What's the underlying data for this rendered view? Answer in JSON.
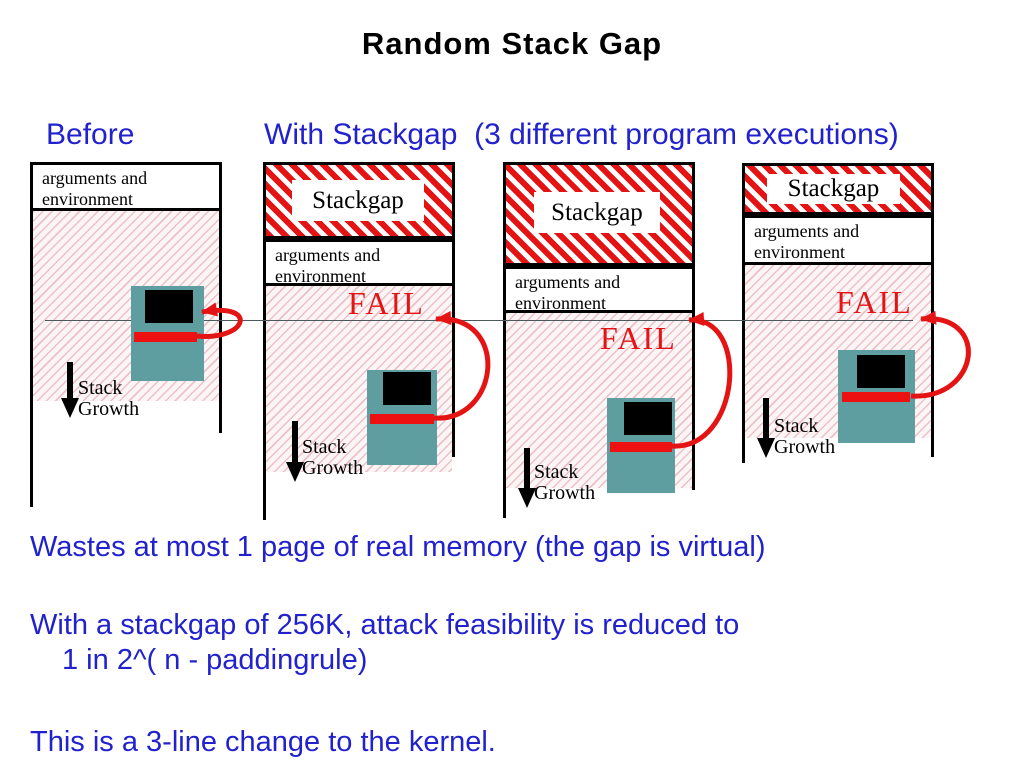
{
  "title": "Random Stack Gap",
  "headings": {
    "before": "Before",
    "with_stackgap": "With Stackgap  (3 different program executions)"
  },
  "columns": [
    {
      "args_label": "arguments and environment",
      "stack_growth_label": "Stack Growth"
    },
    {
      "stackgap_label": "Stackgap",
      "args_label": "arguments and environment",
      "fail_label": "FAIL",
      "stack_growth_label": "Stack Growth"
    },
    {
      "stackgap_label": "Stackgap",
      "args_label": "arguments and environment",
      "fail_label": "FAIL",
      "stack_growth_label": "Stack Growth"
    },
    {
      "stackgap_label": "Stackgap",
      "args_label": "arguments and environment",
      "fail_label": "FAIL",
      "stack_growth_label": "Stack Growth"
    }
  ],
  "notes": {
    "line1": "Wastes at most 1 page of real memory (the gap is virtual)",
    "line2a": "With a stackgap of 256K, attack feasibility is reduced to",
    "line2b": "1 in 2^( n - paddingrule)",
    "line3": "This is a 3-line change to the kernel."
  },
  "colors": {
    "heading_blue": "#2121cd",
    "fail_red": "#e41414",
    "computer_teal": "#5f9ea0",
    "stripe_red": "#e41414"
  }
}
